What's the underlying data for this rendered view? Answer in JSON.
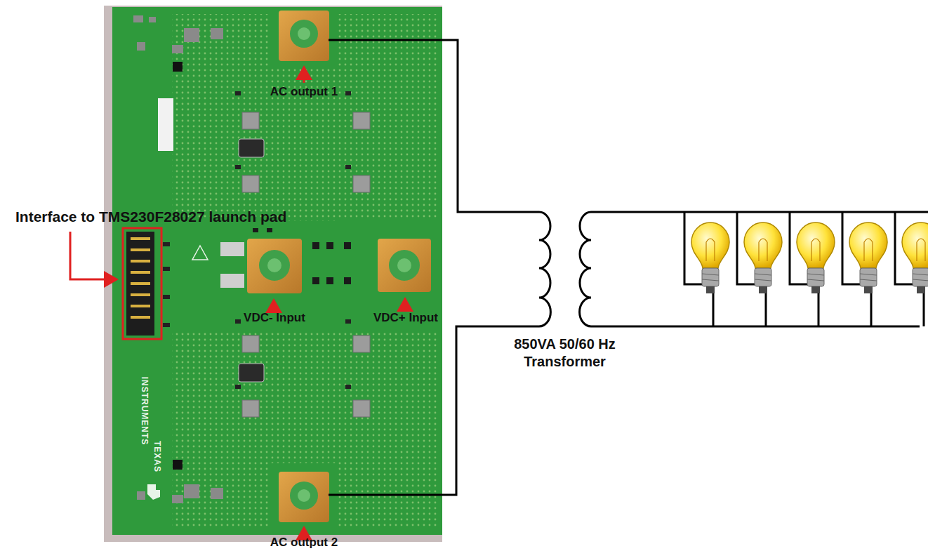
{
  "diagram": {
    "labels": [
      "AC output 1",
      "Interface to TMS230F28027 launch pad",
      "VDC- Input",
      "VDC+ Input",
      "850VA 50/60 Hz Transformer",
      "AC output 2",
      "INSTRUMENTS",
      "TEXAS"
    ]
  }
}
